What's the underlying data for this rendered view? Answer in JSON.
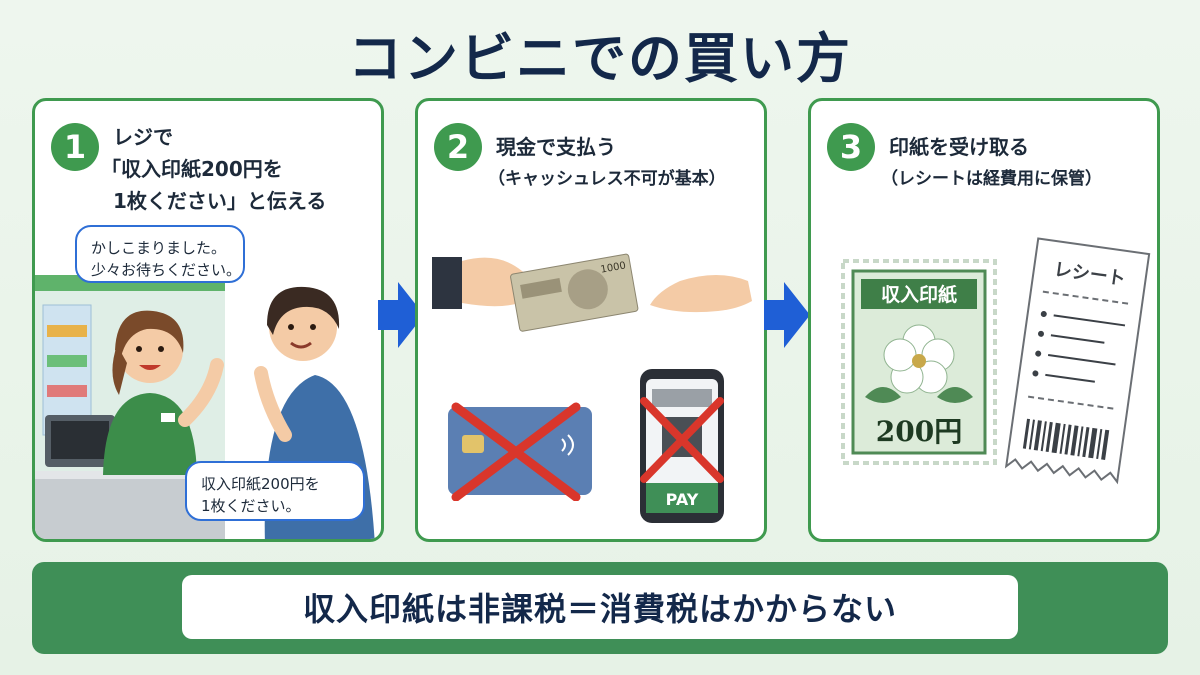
{
  "title": "コンビニでの買い方",
  "steps": [
    {
      "number": "1",
      "lines": [
        "レジで",
        "「収入印紙200円を",
        "1枚ください」と伝える"
      ],
      "clerk_bubble": [
        "かしこまりました。",
        "少々お待ちください。"
      ],
      "customer_bubble": [
        "収入印紙200円を",
        "1枚ください。"
      ]
    },
    {
      "number": "2",
      "line": "現金で支払う",
      "sub": "（キャッシュレス不可が基本）",
      "bill_text": "1000",
      "pay_label": "PAY"
    },
    {
      "number": "3",
      "line": "印紙を受け取る",
      "sub": "（レシートは経費用に保管）",
      "stamp_title": "収入印紙",
      "stamp_value": "200円",
      "receipt_title": "レシート"
    }
  ],
  "bottom_message": "収入印紙は非課税＝消費税はかからない",
  "colors": {
    "green": "#3f9a4f",
    "navy": "#13284a",
    "arrow_blue": "#1f5fd6",
    "cross_red": "#d9362b"
  }
}
